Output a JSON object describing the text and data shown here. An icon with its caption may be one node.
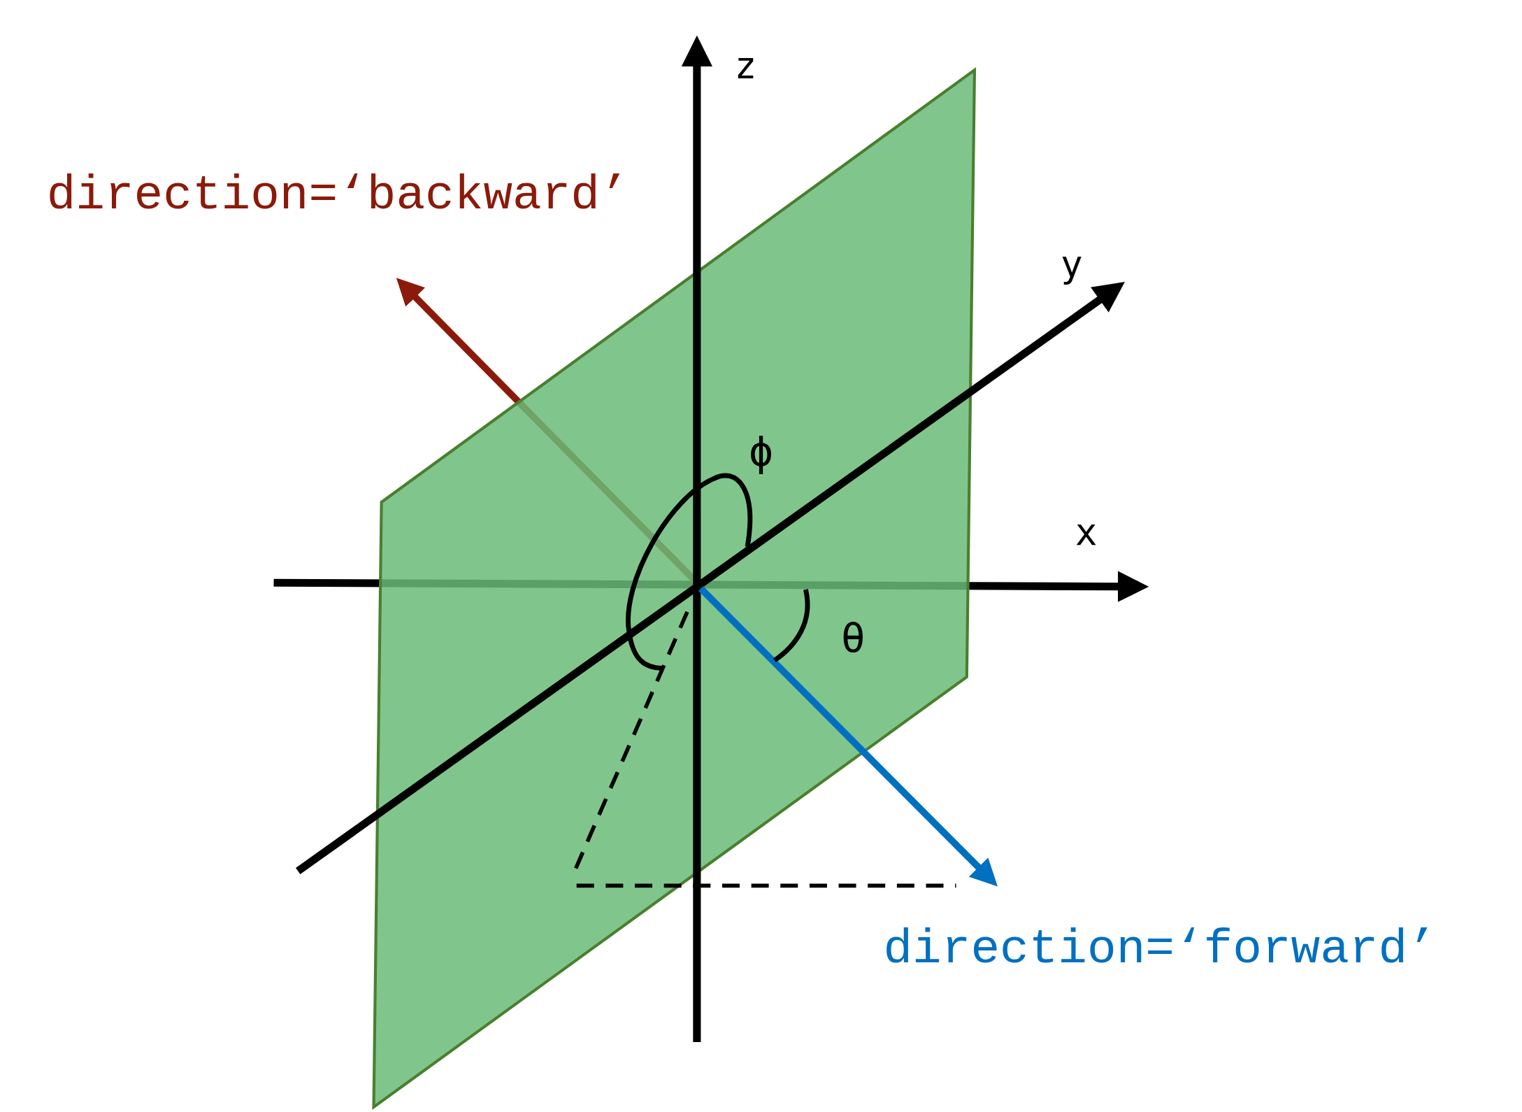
{
  "diagram": {
    "labels": [
      "z",
      "direction=‘backward’",
      "y",
      "ϕ",
      "x",
      "θ",
      "direction=‘forward’"
    ]
  }
}
